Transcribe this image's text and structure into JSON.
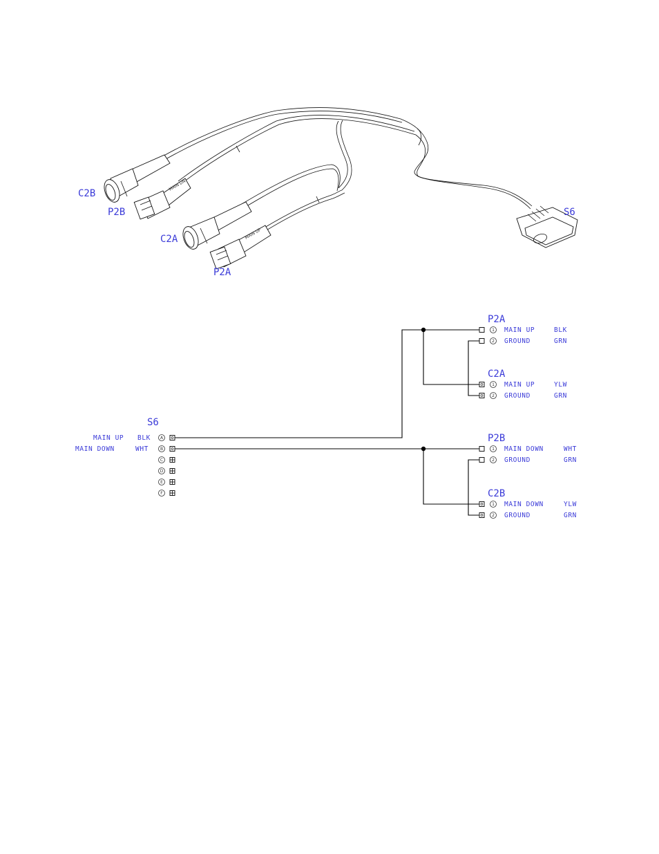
{
  "illustration": {
    "labels": {
      "c2b": "C2B",
      "p2b": "P2B",
      "c2a": "C2A",
      "p2a": "P2A",
      "s6": "S6"
    }
  },
  "schematic": {
    "s6": {
      "title": "S6",
      "pins": [
        {
          "letter": "A",
          "name": "MAIN UP",
          "color": "BLK",
          "used": true
        },
        {
          "letter": "B",
          "name": "MAIN DOWN",
          "color": "WHT",
          "used": true
        },
        {
          "letter": "C",
          "name": "",
          "color": "",
          "used": false
        },
        {
          "letter": "D",
          "name": "",
          "color": "",
          "used": false
        },
        {
          "letter": "E",
          "name": "",
          "color": "",
          "used": false
        },
        {
          "letter": "F",
          "name": "",
          "color": "",
          "used": false
        }
      ]
    },
    "connectors": [
      {
        "title": "P2A",
        "rows": [
          {
            "pin": "1",
            "name": "MAIN UP",
            "color": "BLK"
          },
          {
            "pin": "2",
            "name": "GROUND",
            "color": "GRN"
          }
        ]
      },
      {
        "title": "C2A",
        "rows": [
          {
            "pin": "1",
            "name": "MAIN UP",
            "color": "YLW"
          },
          {
            "pin": "2",
            "name": "GROUND",
            "color": "GRN"
          }
        ]
      },
      {
        "title": "P2B",
        "rows": [
          {
            "pin": "1",
            "name": "MAIN DOWN",
            "color": "WHT"
          },
          {
            "pin": "2",
            "name": "GROUND",
            "color": "GRN"
          }
        ]
      },
      {
        "title": "C2B",
        "rows": [
          {
            "pin": "1",
            "name": "MAIN DOWN",
            "color": "YLW"
          },
          {
            "pin": "2",
            "name": "GROUND",
            "color": "GRN"
          }
        ]
      }
    ]
  },
  "colors": {
    "label_blue": "#3a3ad8",
    "line": "#000000"
  }
}
